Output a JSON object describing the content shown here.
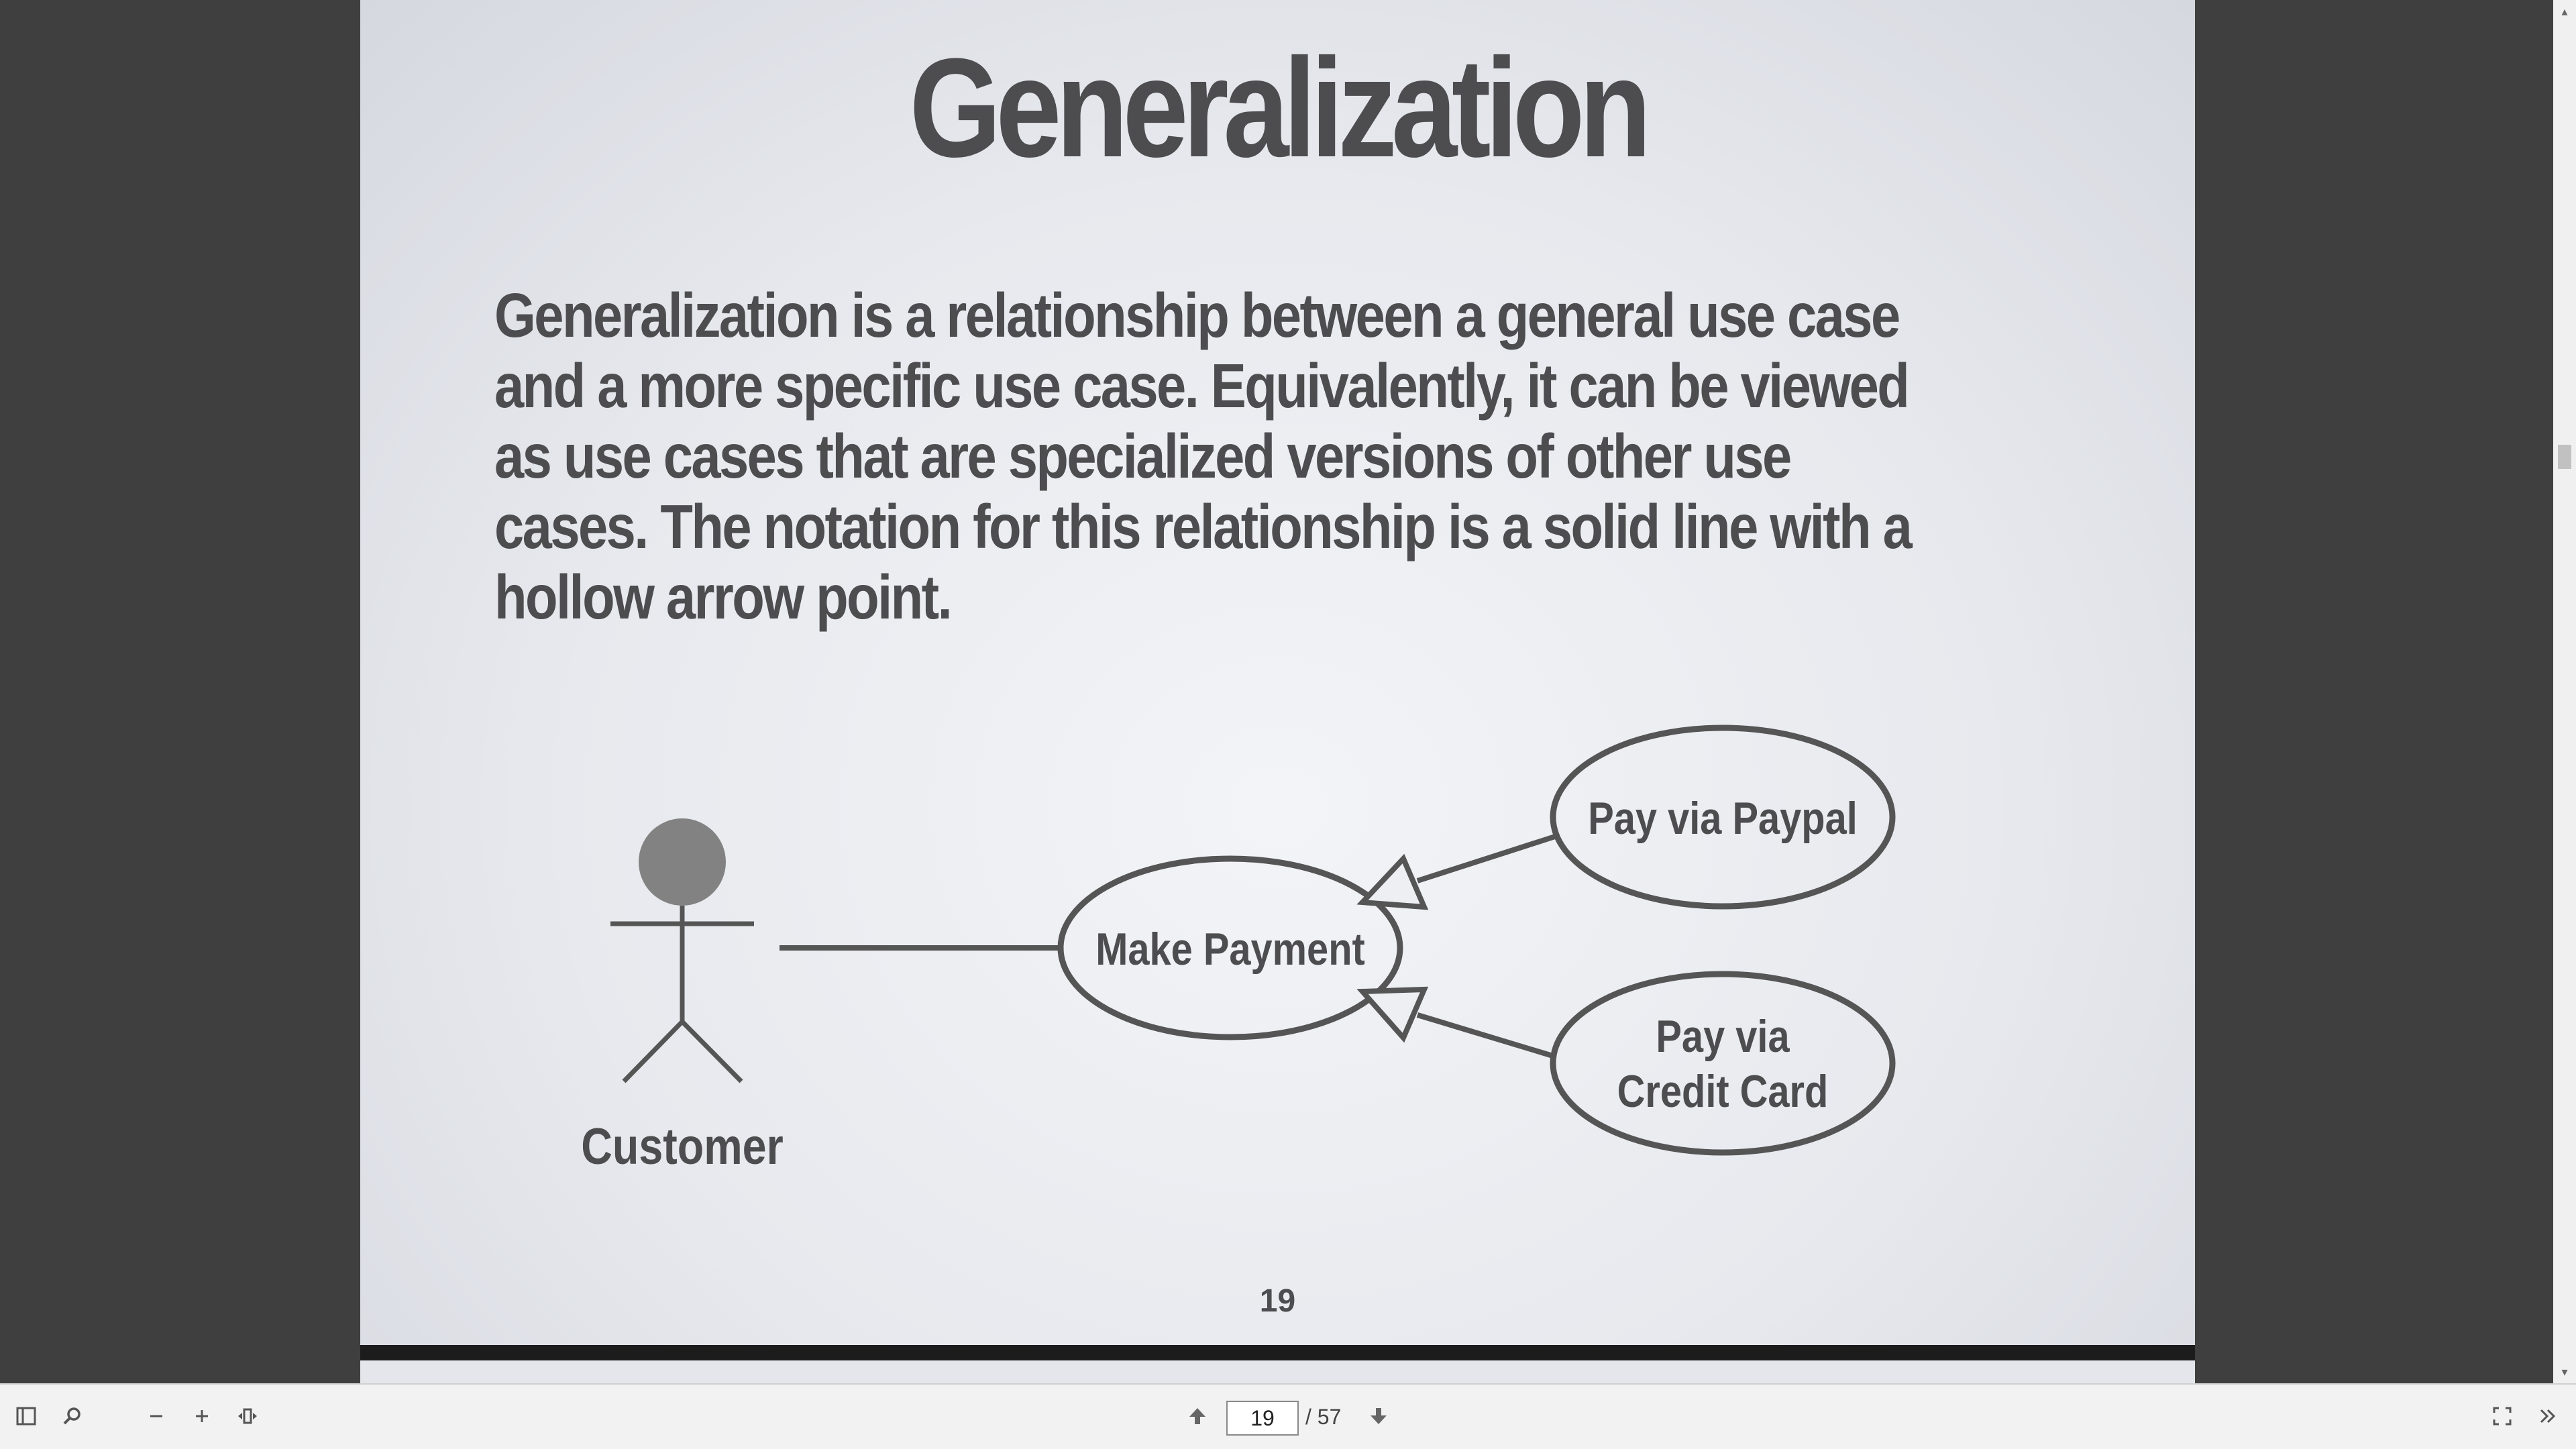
{
  "slide": {
    "title": "Generalization",
    "body": "Generalization is a relationship between a general use case and a more specific use case. Equivalently, it can be viewed as use cases that are specialized versions of other use cases. The notation for this relationship is a solid line with a hollow arrow point.",
    "page_number": "19",
    "diagram": {
      "actor_label": "Customer",
      "base_use_case": "Make Payment",
      "specialized_use_cases": [
        {
          "line1": "Pay via Paypal",
          "line2": ""
        },
        {
          "line1": "Pay via",
          "line2": "Credit Card"
        }
      ]
    }
  },
  "toolbar": {
    "current_page": "19",
    "total_pages": "/ 57",
    "icons": [
      "sidebar-toggle-icon",
      "search-icon",
      "zoom-out-icon",
      "zoom-in-icon",
      "fit-width-icon",
      "page-up-icon",
      "page-down-icon",
      "fullscreen-icon",
      "more-icon"
    ]
  },
  "colors": {
    "viewer_background": "#3f3f3f",
    "slide_text": "#4d4d4f",
    "toolbar_background": "#f2f2f2"
  }
}
